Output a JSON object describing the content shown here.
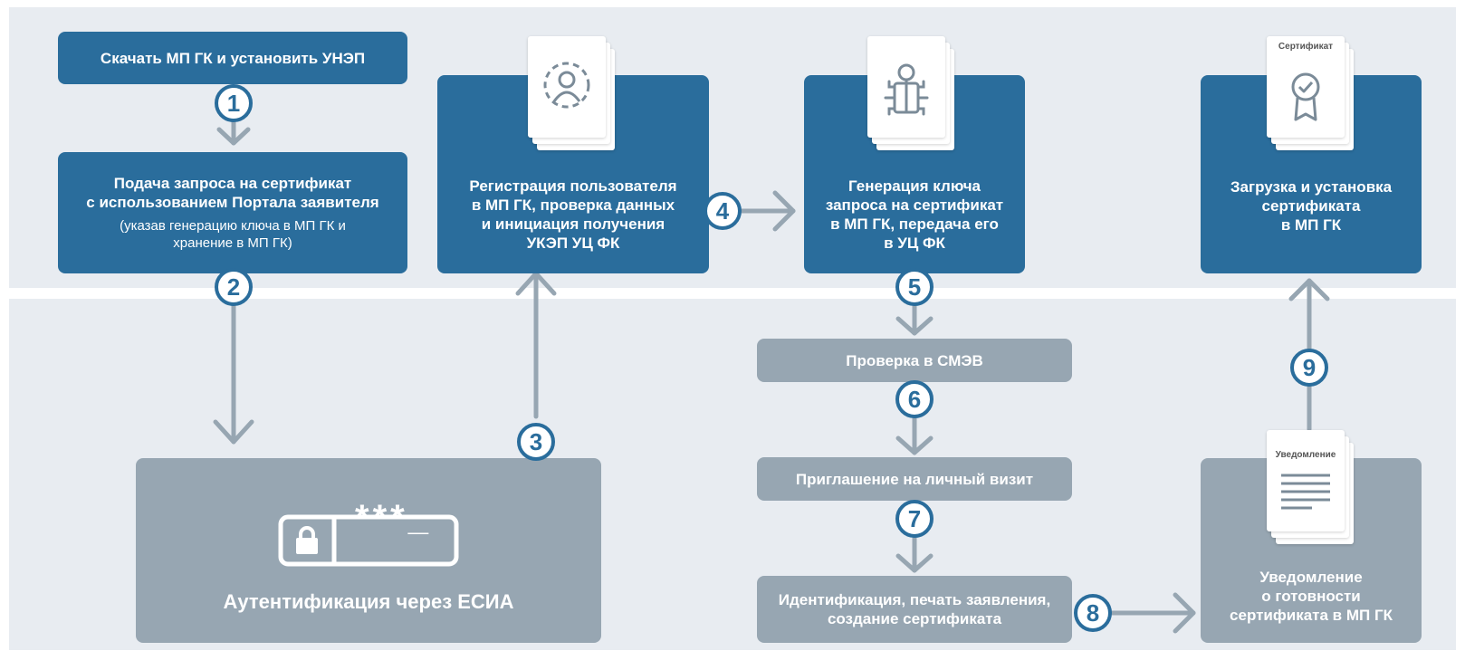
{
  "steps": {
    "s1": "Скачать МП ГК и установить УНЭП",
    "s2_title": "Подача запроса на сертификат\nс использованием Портала заявителя",
    "s2_note": "(указав генерацию ключа в МП ГК и\nхранение в МП ГК)",
    "s3": "Регистрация пользователя\nв МП ГК, проверка данных\nи инициация получения\nУКЭП УЦ ФК",
    "s4": "Генерация ключа\nзапроса на сертификат\nв МП ГК, передача его\nв УЦ ФК",
    "s5": "Загрузка и установка\nсертификата\nв МП ГК",
    "auth": "Аутентификация через ЕСИА",
    "auth_password": "***_",
    "smev": "Проверка в СМЭВ",
    "visit": "Приглашение на личный визит",
    "ident": "Идентификация, печать заявления,\nсоздание сертификата",
    "notify": "Уведомление\nо готовности\nсертификата в МП ГК"
  },
  "badges": [
    "1",
    "2",
    "3",
    "4",
    "5",
    "6",
    "7",
    "8",
    "9"
  ],
  "doc_labels": {
    "certificate": "Сертификат",
    "notification": "Уведомление"
  },
  "icons": [
    "user-icon",
    "chip-icon",
    "certificate-badge-icon",
    "lock-icon",
    "document-lines-icon"
  ],
  "colors": {
    "blue": "#2a6d9c",
    "grey": "#97a6b2",
    "band": "#e8ecf1",
    "arrow": "#97a6b2"
  }
}
